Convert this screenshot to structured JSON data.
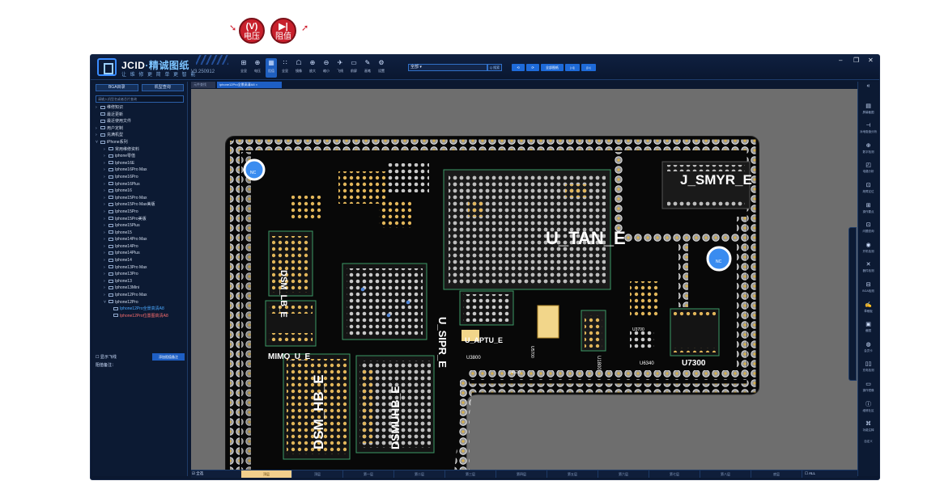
{
  "callouts": {
    "voltage": {
      "glyph": "(V)",
      "label": "电压"
    },
    "resistance": {
      "glyph": "▶|",
      "label": "阻值"
    }
  },
  "app": {
    "name_en": "JCID",
    "name_cn": "·精诚图纸",
    "slogan": "让 维 修 更 简 单 更 智 能",
    "version": "V3.250912"
  },
  "toolbar": {
    "tools": [
      {
        "icon": "⊞",
        "label": "全显"
      },
      {
        "icon": "⊕",
        "label": "电压"
      },
      {
        "icon": "▦",
        "label": "阻值"
      },
      {
        "icon": "∷",
        "label": "全显"
      },
      {
        "icon": "☖",
        "label": "镜像"
      },
      {
        "icon": "⊕",
        "label": "放大"
      },
      {
        "icon": "⊖",
        "label": "缩小"
      },
      {
        "icon": "✈",
        "label": "飞线"
      },
      {
        "icon": "▭",
        "label": "前屏"
      },
      {
        "icon": "✎",
        "label": "画笔"
      },
      {
        "icon": "⚙",
        "label": "设置"
      }
    ],
    "layer_select": "全部 ▾",
    "search_label": "Q 搜索",
    "nav_buttons": [
      "⟲",
      "⟳",
      "全部图纸",
      "|◁|",
      "|▷|"
    ]
  },
  "window_controls": {
    "minimize": "–",
    "maximize": "❐",
    "close": "✕"
  },
  "sidebar": {
    "tabs": [
      "BGA目录",
      "机型查询"
    ],
    "search_placeholder": "请输入机型名或者芯片查询",
    "tree": [
      {
        "chev": "›",
        "label": "维修知识"
      },
      {
        "chev": "",
        "label": "最近更新"
      },
      {
        "chev": "",
        "label": "最近使用文件"
      },
      {
        "chev": "›",
        "label": "用户定制"
      },
      {
        "chev": "›",
        "label": "充满机型"
      },
      {
        "chev": "˅",
        "label": "iPhone系列"
      },
      {
        "chev": "›",
        "label": "常用维修资料"
      },
      {
        "chev": "›",
        "label": "iphone零值"
      },
      {
        "chev": "›",
        "label": "Iphone16E"
      },
      {
        "chev": "›",
        "label": "Iphone16Pro Max"
      },
      {
        "chev": "›",
        "label": "Iphone16Pro"
      },
      {
        "chev": "›",
        "label": "Iphone16Plus"
      },
      {
        "chev": "›",
        "label": "Iphone16"
      },
      {
        "chev": "›",
        "label": "Iphone15Pro Max"
      },
      {
        "chev": "›",
        "label": "Iphone15Pro Max美版"
      },
      {
        "chev": "›",
        "label": "Iphone15Pro"
      },
      {
        "chev": "›",
        "label": "Iphone15Pro美版"
      },
      {
        "chev": "›",
        "label": "Iphone15Plus"
      },
      {
        "chev": "›",
        "label": "Iphone15"
      },
      {
        "chev": "›",
        "label": "Iphone14Pro Max"
      },
      {
        "chev": "›",
        "label": "Iphone14Pro"
      },
      {
        "chev": "›",
        "label": "Iphone14Plus"
      },
      {
        "chev": "›",
        "label": "Iphone14"
      },
      {
        "chev": "›",
        "label": "Iphone13Pro Max"
      },
      {
        "chev": "›",
        "label": "Iphone13Pro"
      },
      {
        "chev": "›",
        "label": "Iphone13"
      },
      {
        "chev": "›",
        "label": "Iphone13Mini"
      },
      {
        "chev": "›",
        "label": "Iphone12Pro Max"
      },
      {
        "chev": "˅",
        "label": "Iphone12Pro"
      },
      {
        "chev": "",
        "label": "Iphone12Pro全景高清A8",
        "state": "sel"
      },
      {
        "chev": "",
        "label": "Iphone12Pro位置图高清A8",
        "state": "red"
      }
    ],
    "show_flyline": "☐ 显示飞线",
    "notes_label": "阻值备注：",
    "edit_notes_button": "添加阻值备注"
  },
  "doc_tabs": [
    "元件查找",
    "iphone12Pro全景高清A8 ×"
  ],
  "board": {
    "labels": {
      "u_tan": "U_TAN_E",
      "j_smyr": "J_SMYR_E",
      "u_sipr": "U_SIPR_E",
      "dsm_lb": "DSM_LB_E",
      "mimo": "MIMO_U_E",
      "u_aptu": "U_APTU_E",
      "u7300": "U7300",
      "dsm_hb": "DSM_HB_E",
      "dsmuhb": "DSMUHB_E",
      "nc": "NC",
      "u3800": "U3800",
      "u5700": "U5700",
      "u6340": "U6340",
      "u3700": "U3700",
      "u4520": "U4520",
      "u1800": "U1800"
    }
  },
  "bottom_bar": {
    "checkbox": "☑ 全选",
    "layers": [
      "顶层",
      "顶层",
      "第一层",
      "第二层",
      "第三层",
      "第四层",
      "第五层",
      "第六层",
      "第七层",
      "第八层",
      "底层"
    ],
    "all_label": "☐ ALL"
  },
  "rightbar": [
    {
      "icon": "«",
      "label": ""
    },
    {
      "icon": "▤",
      "label": "屏幕截图"
    },
    {
      "icon": "⊣",
      "label": "对地阻值分析"
    },
    {
      "icon": "⊕",
      "label": "数字检测"
    },
    {
      "icon": "◰",
      "label": "电路分析"
    },
    {
      "icon": "⊡",
      "label": "故障定位"
    },
    {
      "icon": "⊞",
      "label": "操作要点"
    },
    {
      "icon": "⊡",
      "label": "问题查询"
    },
    {
      "icon": "◉",
      "label": "开机检测"
    },
    {
      "icon": "✕",
      "label": "器件检测"
    },
    {
      "icon": "⊟",
      "label": "BGA检测"
    },
    {
      "icon": "✍",
      "label": "草稿板"
    },
    {
      "icon": "▣",
      "label": "截图"
    },
    {
      "icon": "◍",
      "label": "会员卡"
    },
    {
      "icon": "▯▯",
      "label": "充电检测"
    },
    {
      "icon": "▭",
      "label": "操作镜像"
    },
    {
      "icon": "ⓘ",
      "label": "维修社区"
    },
    {
      "icon": "⌘",
      "label": "功能注释"
    },
    {
      "icon": "",
      "label": "自定义"
    }
  ]
}
